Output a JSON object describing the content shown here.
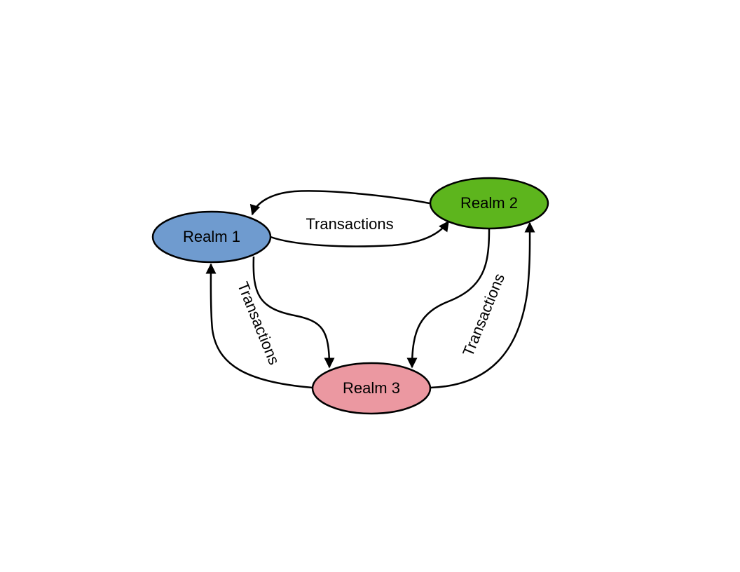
{
  "nodes": {
    "realm1": {
      "label": "Realm 1",
      "color": "#6f9bcf"
    },
    "realm2": {
      "label": "Realm 2",
      "color": "#5db51d"
    },
    "realm3": {
      "label": "Realm 3",
      "color": "#eb98a1"
    }
  },
  "edges": {
    "realm1_realm2": {
      "label": "Transactions"
    },
    "realm1_realm3": {
      "label": "Transactions"
    },
    "realm2_realm3": {
      "label": "Transactions"
    }
  }
}
